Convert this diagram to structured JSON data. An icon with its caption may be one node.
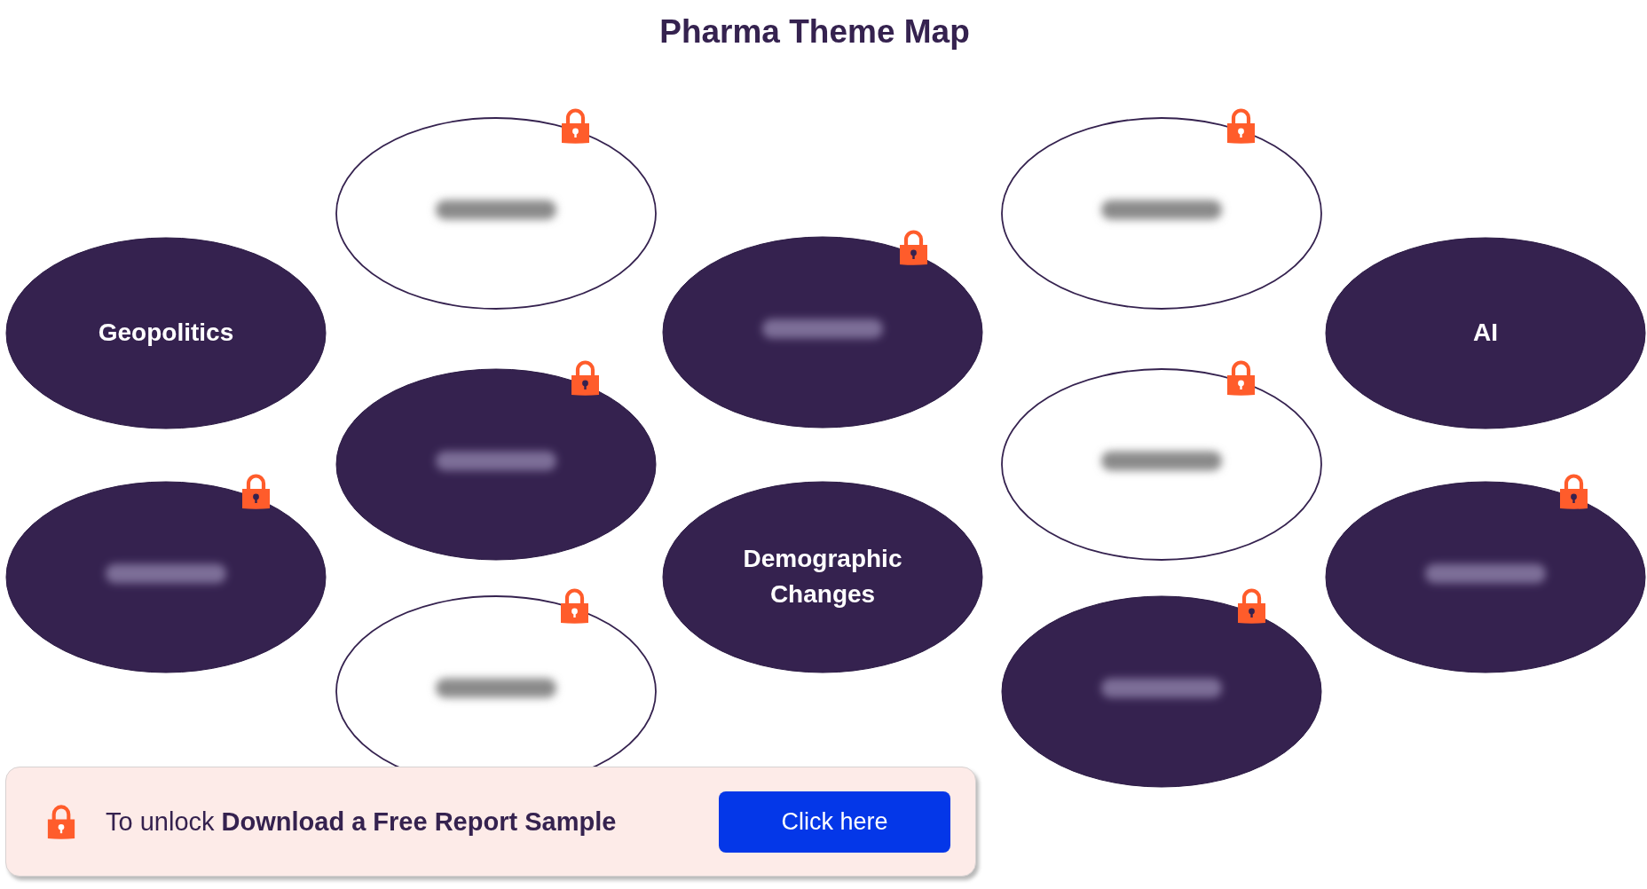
{
  "diagram": {
    "title": "Pharma Theme Map",
    "nodes": [
      {
        "text": [],
        "shape": "ellipse"
      },
      {
        "text": [],
        "shape": "ellipse"
      },
      {
        "text": [
          "Geopolitics"
        ]
      },
      {
        "text": [],
        "shape": "ellipse"
      },
      {
        "text": [
          "AI"
        ]
      },
      {
        "text": [],
        "shape": "ellipse"
      },
      {
        "text": [],
        "shape": "ellipse"
      },
      {
        "text": [],
        "shape": "ellipse"
      },
      {
        "text": [
          "Demographic Changes"
        ]
      },
      {
        "text": [],
        "shape": "ellipse"
      },
      {
        "text": [],
        "shape": "ellipse"
      },
      {
        "text": [],
        "shape": "ellipse"
      },
      {
        "text": [
          "To unlock **Download a Free Report Sample**"
        ]
      },
      {
        "text": [
          "Click here"
        ],
        "in": 12
      }
    ]
  }
}
